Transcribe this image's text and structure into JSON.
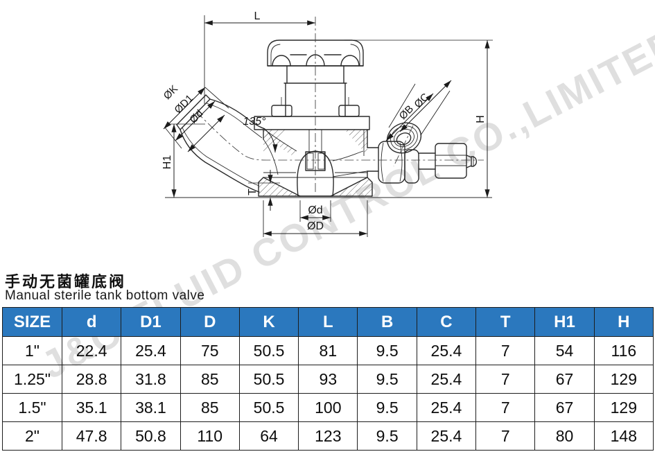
{
  "watermark": {
    "text": "J&O FLUID CONTROL CO.,LIMITED"
  },
  "title": {
    "zh": "手动无菌罐底阀",
    "en": "Manual sterile tank bottom valve"
  },
  "drawing": {
    "labels": {
      "L": "L",
      "H": "H",
      "H1": "H1",
      "T": "T",
      "angle": "135°",
      "dia_K": "ØK",
      "dia_D1": "ØD1",
      "dia_d_inlet": "Ød",
      "dia_C": "ØC",
      "dia_B": "ØB",
      "dia_d_bottom": "Ød",
      "dia_D_bottom": "ØD"
    }
  },
  "table": {
    "headers": [
      "SIZE",
      "d",
      "D1",
      "D",
      "K",
      "L",
      "B",
      "C",
      "T",
      "H1",
      "H"
    ],
    "rows": [
      [
        "1\"",
        "22.4",
        "25.4",
        "75",
        "50.5",
        "81",
        "9.5",
        "25.4",
        "7",
        "54",
        "116"
      ],
      [
        "1.25\"",
        "28.8",
        "31.8",
        "85",
        "50.5",
        "93",
        "9.5",
        "25.4",
        "7",
        "67",
        "129"
      ],
      [
        "1.5\"",
        "35.1",
        "38.1",
        "85",
        "50.5",
        "100",
        "9.5",
        "25.4",
        "7",
        "67",
        "129"
      ],
      [
        "2\"",
        "47.8",
        "50.8",
        "110",
        "64",
        "123",
        "9.5",
        "25.4",
        "7",
        "80",
        "148"
      ]
    ]
  },
  "colors": {
    "header_bg": "#2b78be",
    "header_text": "#ffffff",
    "line": "#2a2a2a",
    "watermark": "#c6c6c6"
  }
}
